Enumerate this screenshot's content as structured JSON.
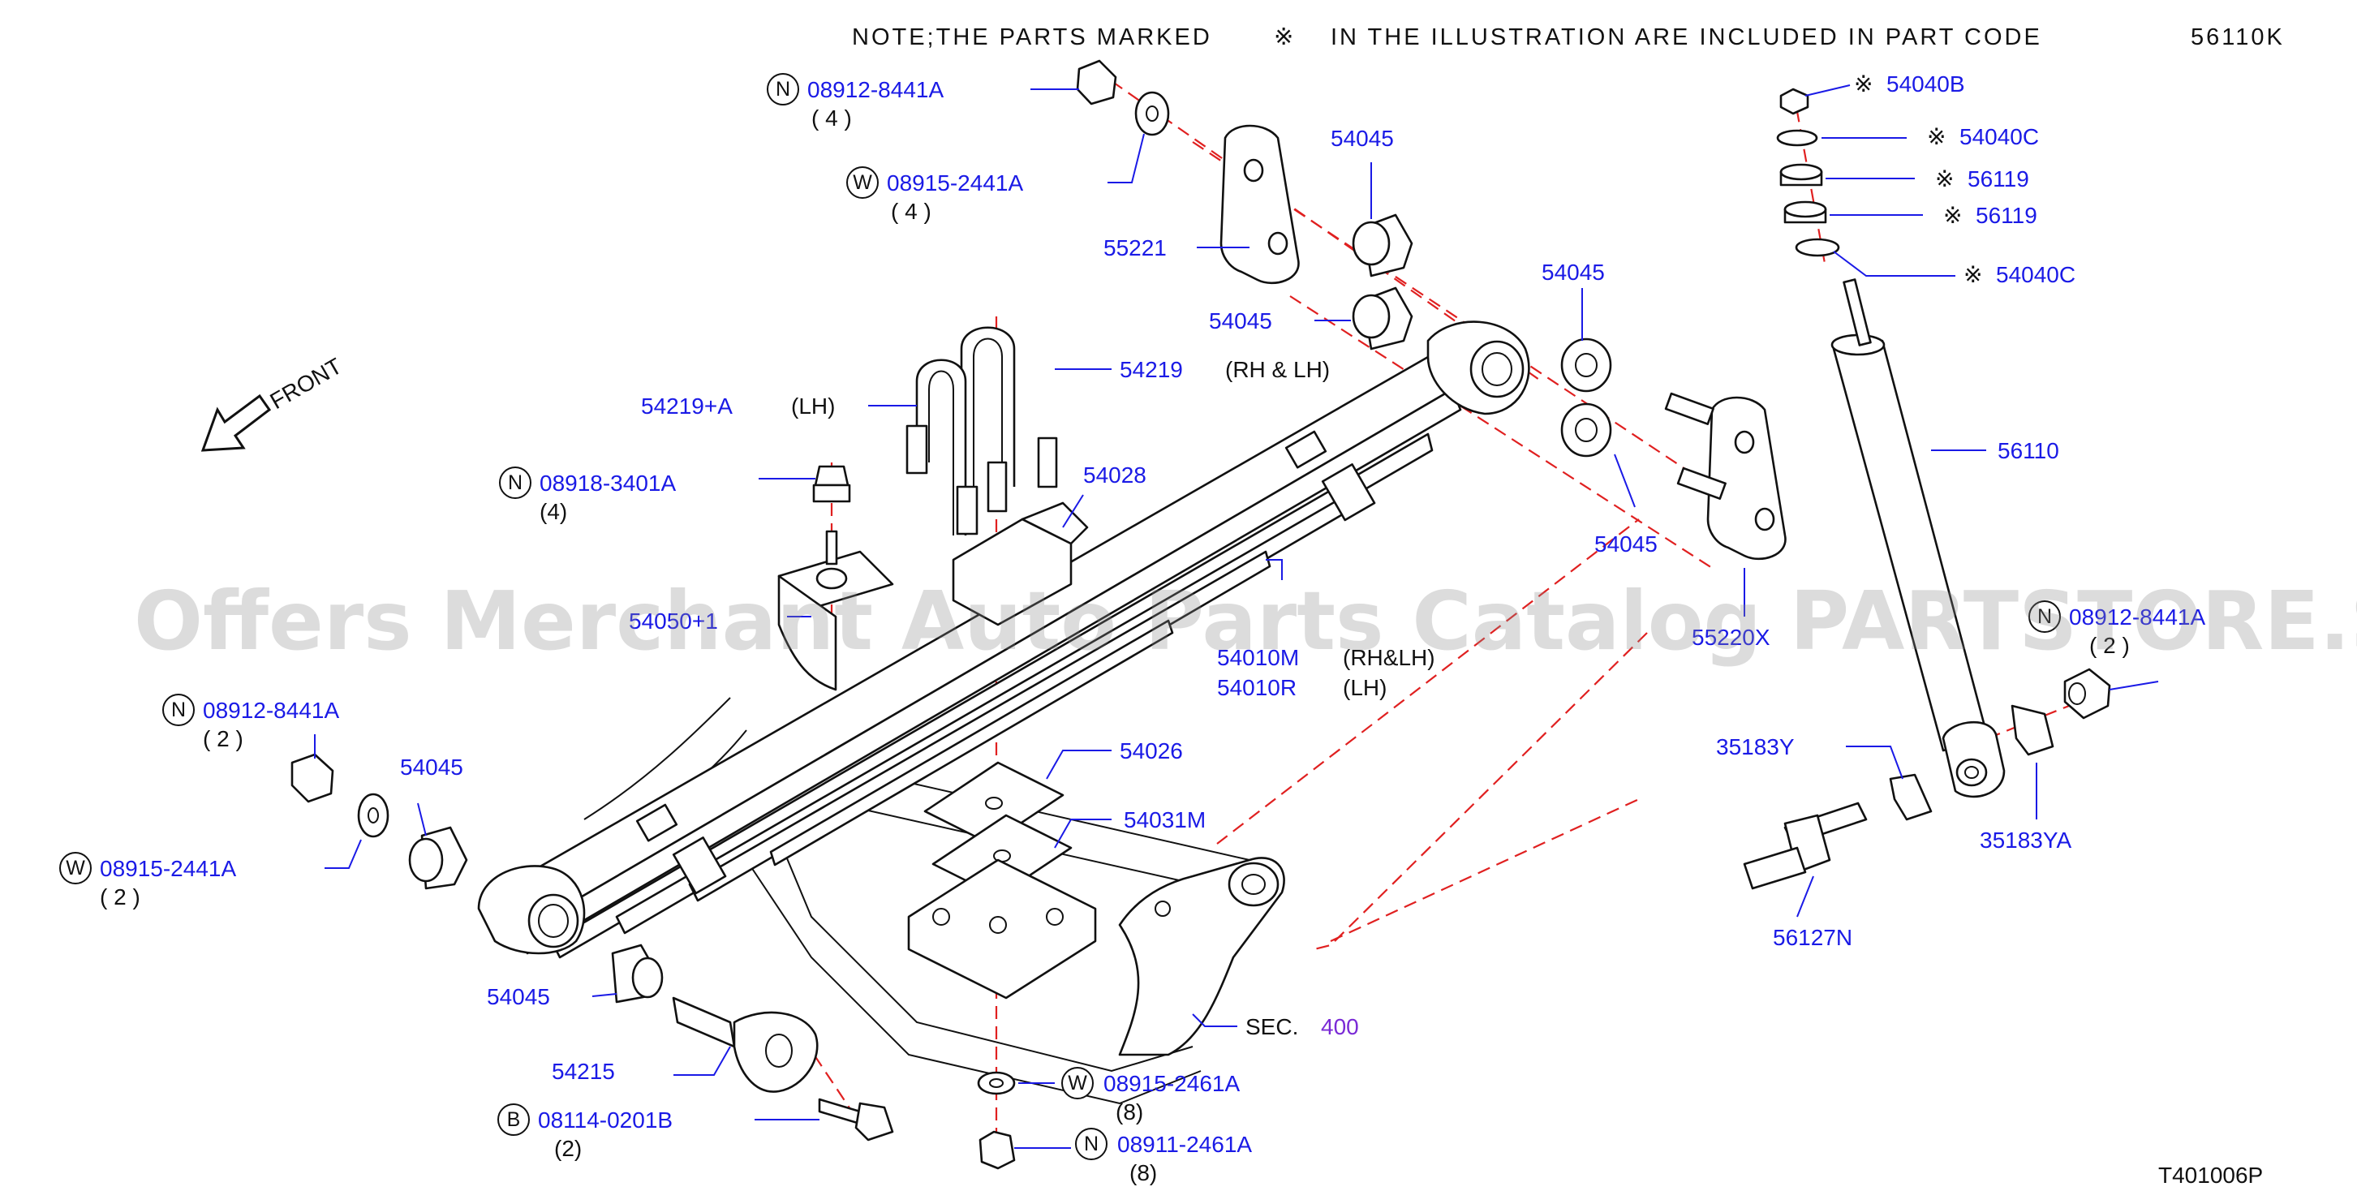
{
  "note": {
    "text": "NOTE;THE PARTS MARKED",
    "mark": "※",
    "text2": "IN THE ILLUSTRATION ARE INCLUDED IN PART CODE",
    "code": "56110K"
  },
  "front_label": "FRONT",
  "watermark": "Offers Merchant Auto Parts Catalog PARTSTORE.SA",
  "diagram_code": "T401006P",
  "callouts": [
    {
      "id": "n-08912-top",
      "prefix": "N",
      "part": "08912-8441A",
      "qty": "( 4 )"
    },
    {
      "id": "w-08915-top",
      "prefix": "W",
      "part": "08915-2441A",
      "qty": "( 4 )"
    },
    {
      "id": "p-54045-a",
      "part": "54045"
    },
    {
      "id": "p-55221",
      "part": "55221"
    },
    {
      "id": "p-54045-b",
      "part": "54045"
    },
    {
      "id": "p-54045-c",
      "part": "54045"
    },
    {
      "id": "p-54045-d",
      "part": "54045"
    },
    {
      "id": "p-54219",
      "part": "54219",
      "note": "(RH & LH)"
    },
    {
      "id": "p-54219a",
      "part": "54219+A",
      "note": "(LH)"
    },
    {
      "id": "n-08918",
      "prefix": "N",
      "part": "08918-3401A",
      "qty": "(4)"
    },
    {
      "id": "p-54028",
      "part": "54028"
    },
    {
      "id": "p-54050",
      "part": "54050+1"
    },
    {
      "id": "p-54010m",
      "part": "54010M",
      "note": "(RH&LH)"
    },
    {
      "id": "p-54010r",
      "part": "54010R",
      "note": "(LH)"
    },
    {
      "id": "p-55220x",
      "part": "55220X"
    },
    {
      "id": "n-08912-right",
      "prefix": "N",
      "part": "08912-8441A",
      "qty": "( 2 )"
    },
    {
      "id": "n-08912-left",
      "prefix": "N",
      "part": "08912-8441A",
      "qty": "( 2 )"
    },
    {
      "id": "p-54045-e",
      "part": "54045"
    },
    {
      "id": "w-08915-left",
      "prefix": "W",
      "part": "08915-2441A",
      "qty": "( 2 )"
    },
    {
      "id": "p-54026",
      "part": "54026"
    },
    {
      "id": "p-54031m",
      "part": "54031M"
    },
    {
      "id": "p-54045-f",
      "part": "54045"
    },
    {
      "id": "p-54215",
      "part": "54215"
    },
    {
      "id": "b-08114",
      "prefix": "B",
      "part": "08114-0201B",
      "qty": "(2)"
    },
    {
      "id": "sec-400",
      "prefix_text": "SEC.",
      "part": "400"
    },
    {
      "id": "w-08915-2461",
      "prefix": "W",
      "part": "08915-2461A",
      "qty": "(8)"
    },
    {
      "id": "n-08911",
      "prefix": "N",
      "part": "08911-2461A",
      "qty": "(8)"
    },
    {
      "id": "p-35183y",
      "part": "35183Y"
    },
    {
      "id": "p-35183ya",
      "part": "35183YA"
    },
    {
      "id": "p-56127n",
      "part": "56127N"
    },
    {
      "id": "p-56110",
      "part": "56110"
    },
    {
      "id": "p-54040b",
      "mark": "※",
      "part": "54040B"
    },
    {
      "id": "p-54040c-a",
      "mark": "※",
      "part": "54040C"
    },
    {
      "id": "p-56119-a",
      "mark": "※",
      "part": "56119"
    },
    {
      "id": "p-56119-b",
      "mark": "※",
      "part": "56119"
    },
    {
      "id": "p-54040c-b",
      "mark": "※",
      "part": "54040C"
    }
  ],
  "colors": {
    "label": "#1a1ae6",
    "text": "#111111",
    "leader": "#1a1ae6",
    "centerline": "#e02020"
  }
}
